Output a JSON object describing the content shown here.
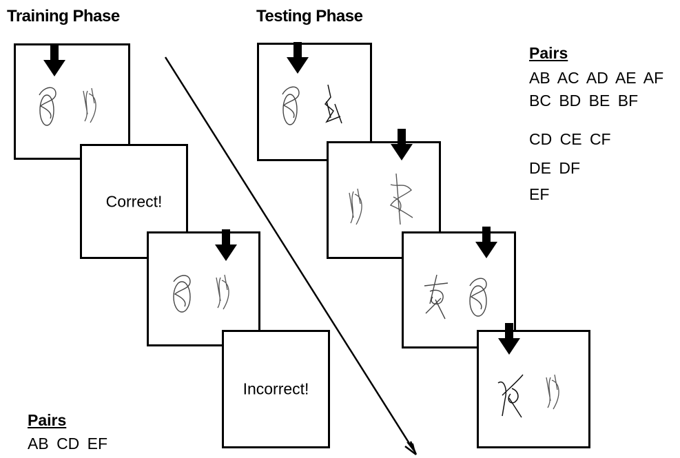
{
  "training": {
    "title": "Training Phase",
    "feedback_correct": "Correct!",
    "feedback_incorrect": "Incorrect!",
    "pairs_heading": "Pairs",
    "pairs": [
      "AB  CD  EF"
    ]
  },
  "testing": {
    "title": "Testing Phase",
    "pairs_heading": "Pairs",
    "pairs": [
      "AB   AC  AD  AE  AF",
      "BC   BD  BE  BF",
      "CD  CE  CF",
      "DE  DF",
      "EF"
    ]
  },
  "icons": {
    "selection_marker": "down-arrow-icon",
    "time_axis": "diagonal-arrow-icon",
    "stimuli": "handwritten-symbol-icon"
  }
}
